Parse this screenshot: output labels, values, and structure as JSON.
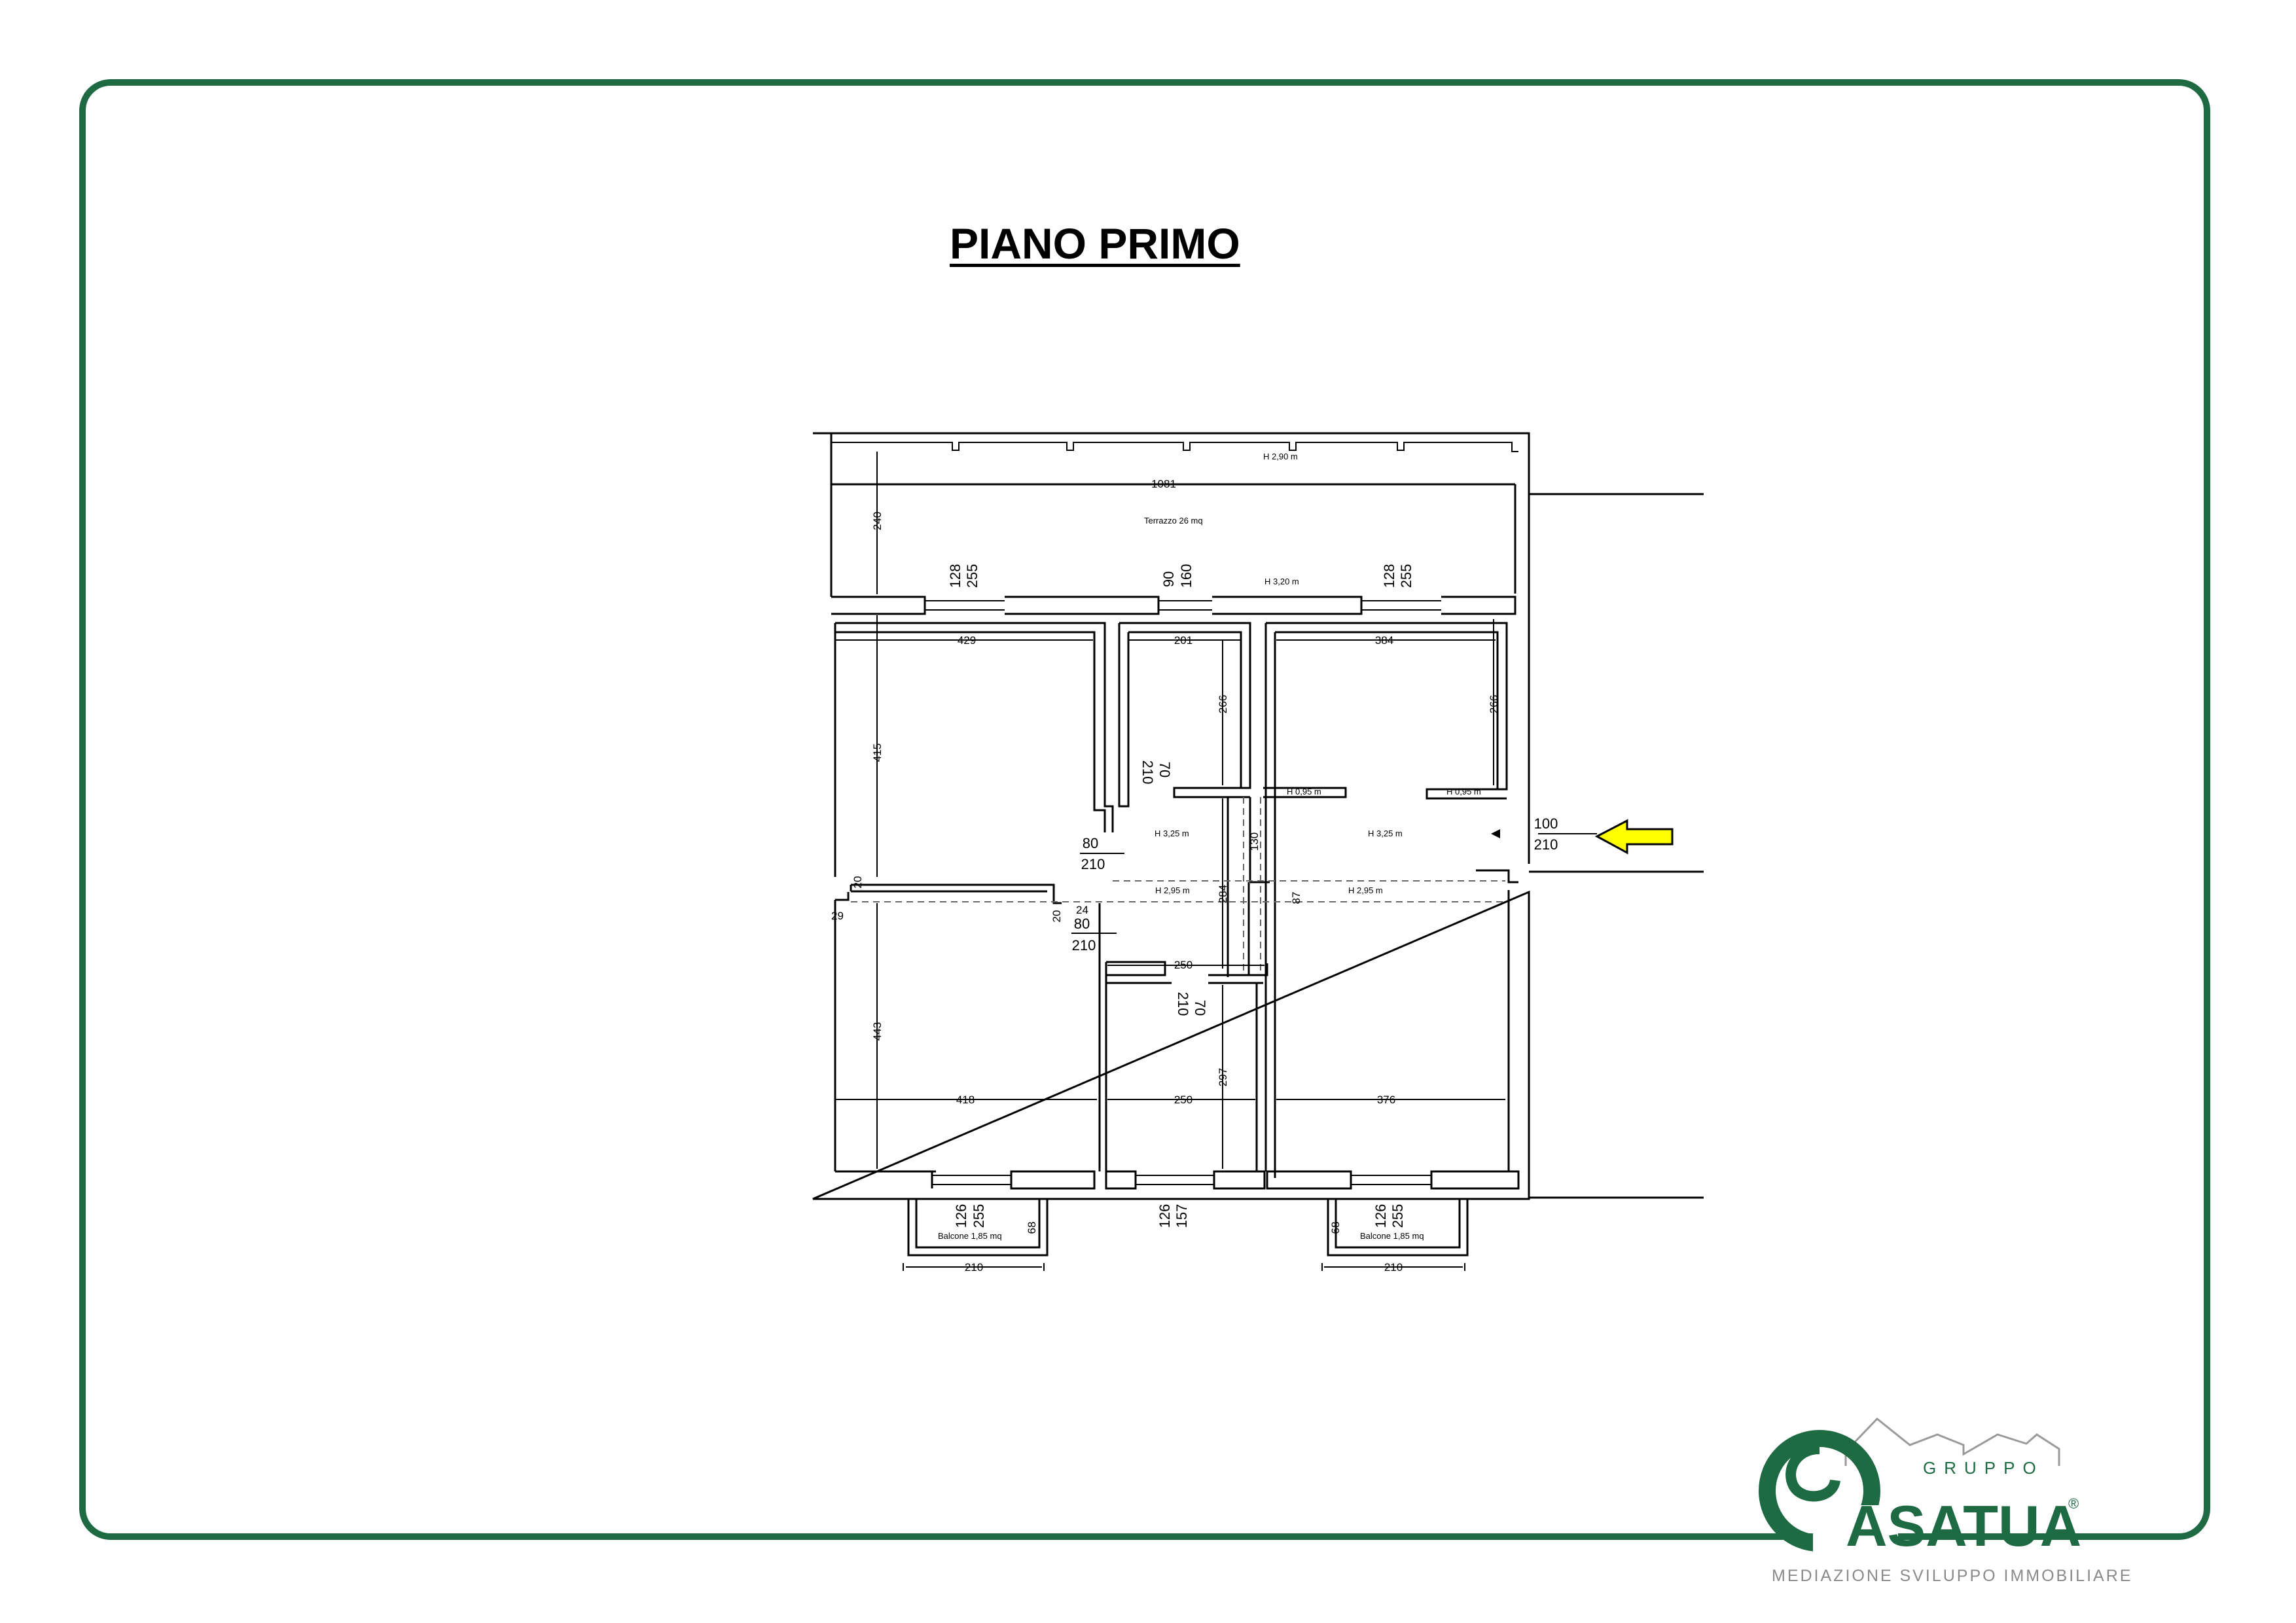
{
  "page_title": "PIANO PRIMO",
  "plan": {
    "heights": {
      "terrace": "H 2,90 m",
      "bedrooms_wall": "H 3,20 m",
      "hall_left": "H 3,25 m",
      "hall_right": "H 3,25 m",
      "lowered_left": "H 2,95 m",
      "lowered_right": "H 2,95 m",
      "hatch_mid": "H 0,95 m",
      "hatch_right": "H 0,95 m"
    },
    "areas": {
      "terrace": "Terrazzo 26 mq",
      "balcony_left": "Balcone 1,85 mq",
      "balcony_right": "Balcone 1,85 mq"
    },
    "dims": {
      "terrace_width": "1081",
      "terrace_depth": "240",
      "room_tl_width": "429",
      "room_tm_width": "201",
      "room_tr_width": "384",
      "room_tl_height": "415",
      "room_tm_height": "266",
      "room_tr_height": "266",
      "room_bl_width": "418",
      "room_bm_width": "250",
      "room_br_width": "376",
      "room_bm_top": "250",
      "room_bl_height": "443",
      "room_bm_height": "297",
      "corridor_height": "284",
      "corridor_width": "130",
      "right_hall": "87",
      "small_20": "20",
      "small_29": "29",
      "small_24": "24",
      "small_20b": "20",
      "small_68a": "68",
      "small_68b": "68",
      "balcony_l_width": "210",
      "balcony_r_width": "210"
    },
    "openings": {
      "win_tl_a": "128",
      "win_tl_b": "255",
      "door_tm_a": "90",
      "door_tm_b": "160",
      "win_tr_a": "128",
      "win_tr_b": "255",
      "door_room_a": "80",
      "door_room_b": "210",
      "door_bath_a": "70",
      "door_bath_b": "210",
      "door_bl_a": "80",
      "door_bl_b": "210",
      "door_bm_a": "70",
      "door_bm_b": "210",
      "entry_a": "100",
      "entry_b": "210",
      "win_bl_a": "126",
      "win_bl_b": "255",
      "win_bm_a": "126",
      "win_bm_b": "157",
      "win_br_a": "126",
      "win_br_b": "255"
    }
  },
  "logo": {
    "top_word": "GRUPPO",
    "name": "ASATUA",
    "registered": "®",
    "tagline": "MEDIAZIONE SVILUPPO IMMOBILIARE",
    "brand_color": "#1e6b43"
  },
  "colors": {
    "frame": "#1e6b43",
    "arrow_fill": "#ffff00",
    "linework": "#000000"
  }
}
